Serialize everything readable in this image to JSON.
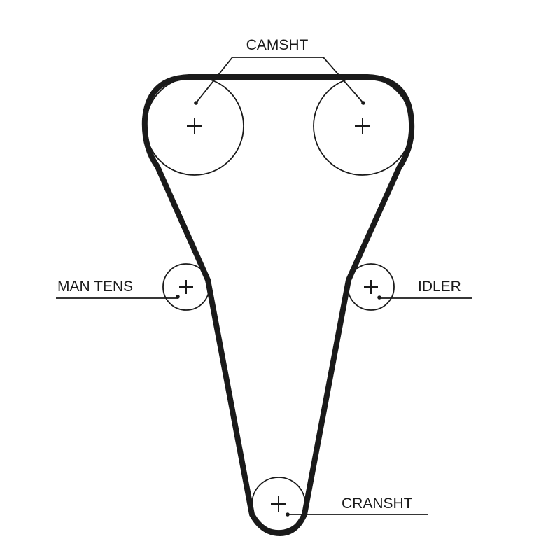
{
  "labels": {
    "camshaft": "CAMSHT",
    "manual_tensioner": "MAN TENS",
    "idler": "IDLER",
    "crankshaft": "CRANSHT"
  },
  "colors": {
    "line": "#1a1a1a",
    "background": "#ffffff"
  }
}
